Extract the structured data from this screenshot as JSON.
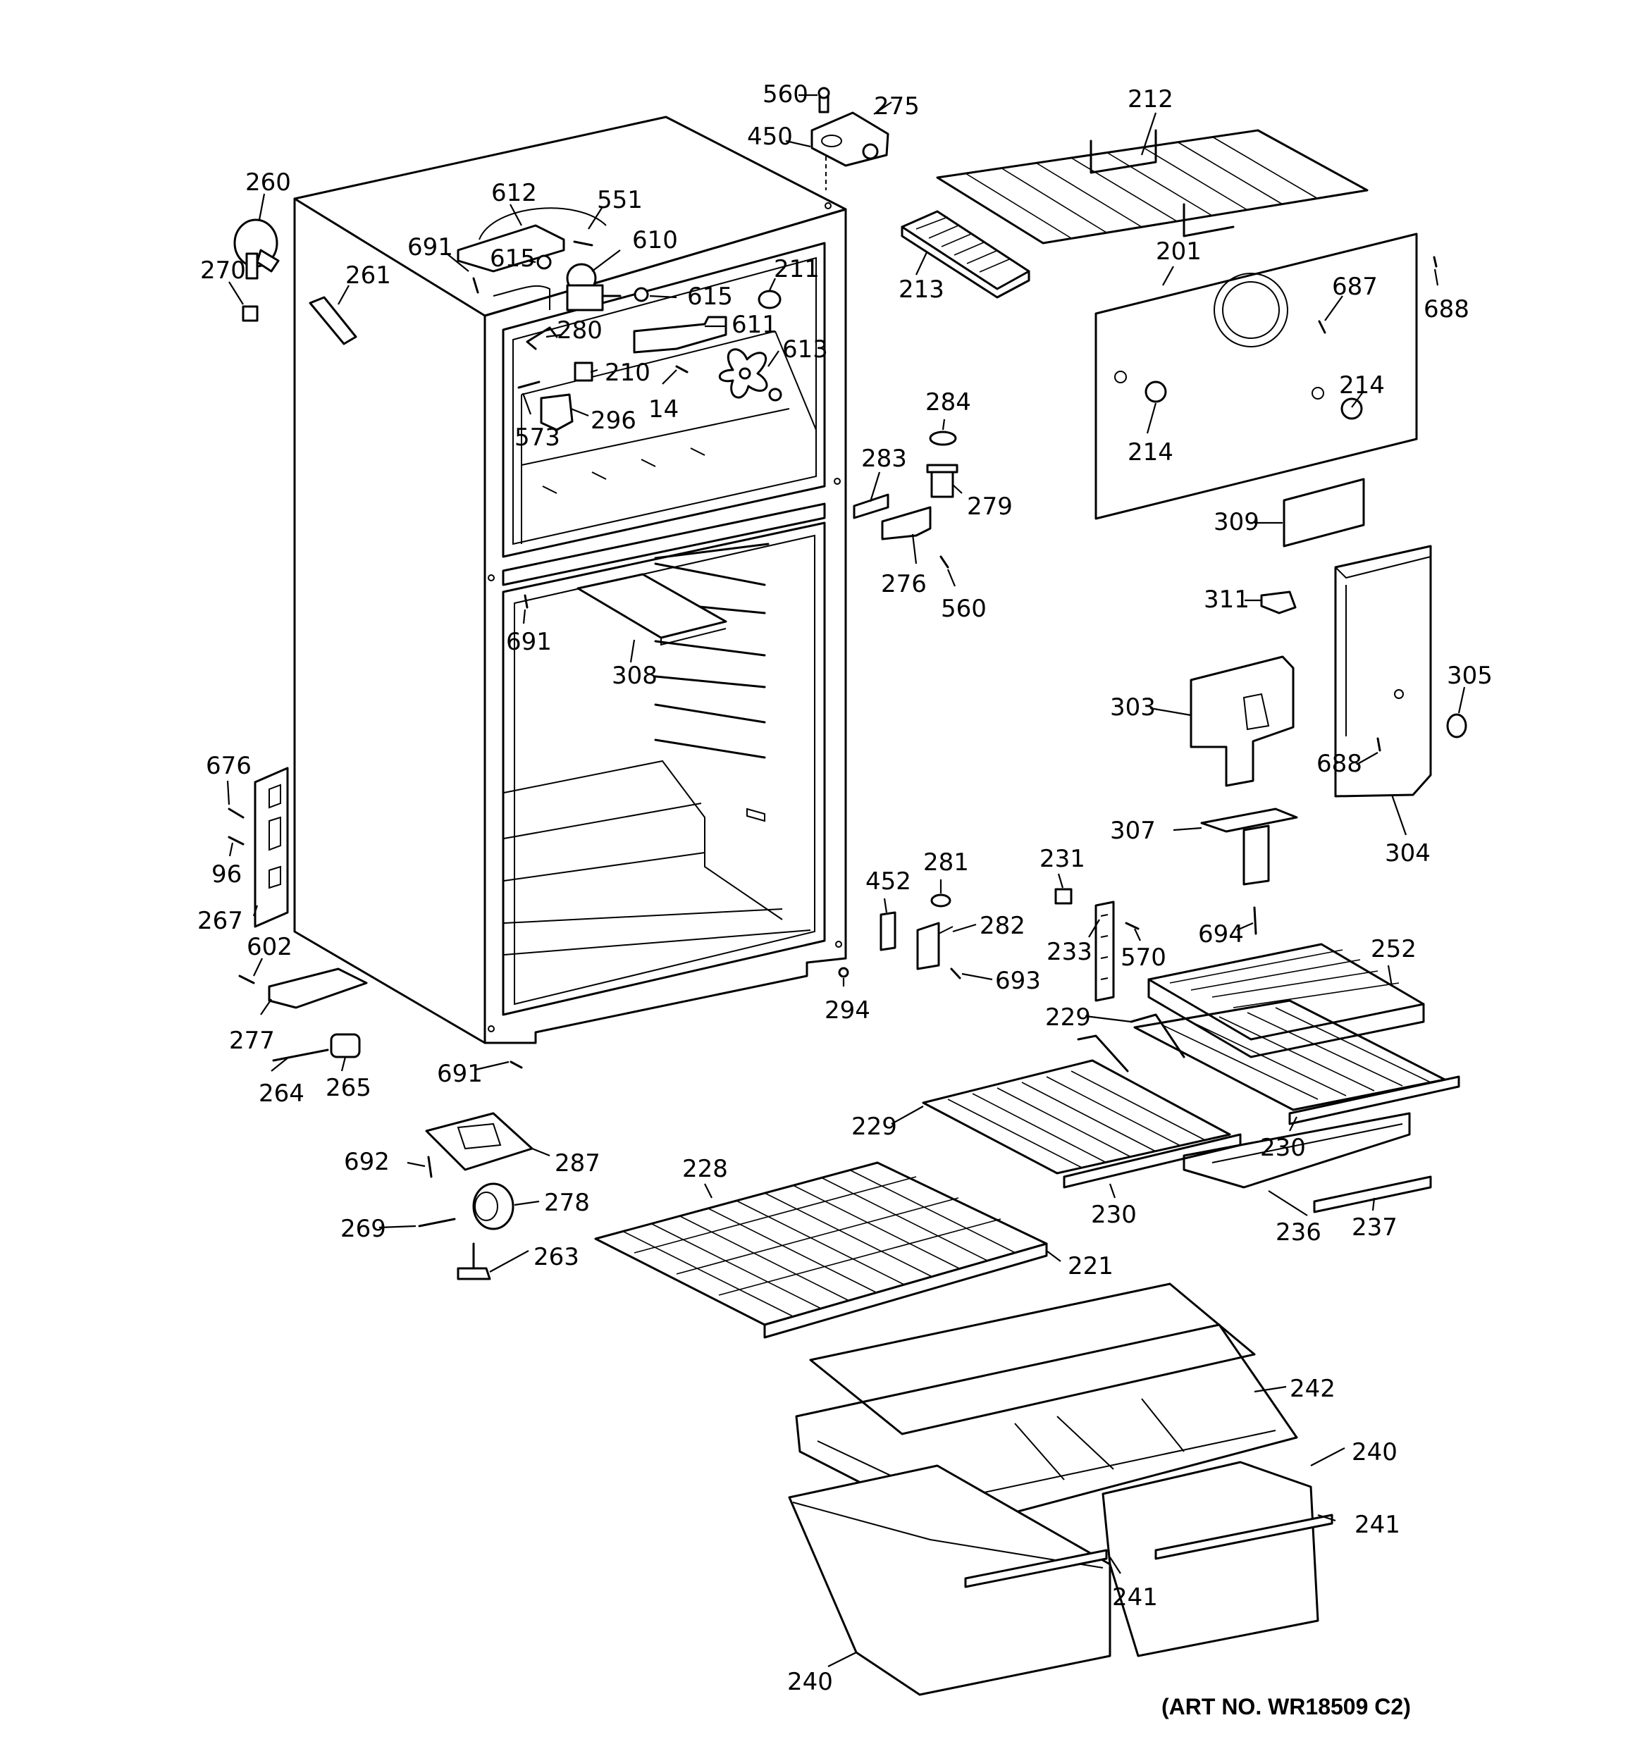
{
  "art_number": "(ART NO. WR18509 C2)",
  "callouts": [
    {
      "id": "c560a",
      "label": "560"
    },
    {
      "id": "c275",
      "label": "275"
    },
    {
      "id": "c450",
      "label": "450"
    },
    {
      "id": "c212",
      "label": "212"
    },
    {
      "id": "c260",
      "label": "260"
    },
    {
      "id": "c612",
      "label": "612"
    },
    {
      "id": "c551",
      "label": "551"
    },
    {
      "id": "c610",
      "label": "610"
    },
    {
      "id": "c691a",
      "label": "691"
    },
    {
      "id": "c615a",
      "label": "615"
    },
    {
      "id": "c270",
      "label": "270"
    },
    {
      "id": "c261",
      "label": "261"
    },
    {
      "id": "c211",
      "label": "211"
    },
    {
      "id": "c615b",
      "label": "615"
    },
    {
      "id": "c611",
      "label": "611"
    },
    {
      "id": "c280",
      "label": "280"
    },
    {
      "id": "c613",
      "label": "613"
    },
    {
      "id": "c210",
      "label": "210"
    },
    {
      "id": "c14",
      "label": "14"
    },
    {
      "id": "c296",
      "label": "296"
    },
    {
      "id": "c573",
      "label": "573"
    },
    {
      "id": "c213",
      "label": "213"
    },
    {
      "id": "c201",
      "label": "201"
    },
    {
      "id": "c687",
      "label": "687"
    },
    {
      "id": "c688a",
      "label": "688"
    },
    {
      "id": "c214a",
      "label": "214"
    },
    {
      "id": "c214b",
      "label": "214"
    },
    {
      "id": "c284",
      "label": "284"
    },
    {
      "id": "c283",
      "label": "283"
    },
    {
      "id": "c279",
      "label": "279"
    },
    {
      "id": "c276",
      "label": "276"
    },
    {
      "id": "c560b",
      "label": "560"
    },
    {
      "id": "c309",
      "label": "309"
    },
    {
      "id": "c311",
      "label": "311"
    },
    {
      "id": "c691b",
      "label": "691"
    },
    {
      "id": "c308",
      "label": "308"
    },
    {
      "id": "c303",
      "label": "303"
    },
    {
      "id": "c305",
      "label": "305"
    },
    {
      "id": "c688b",
      "label": "688"
    },
    {
      "id": "c307",
      "label": "307"
    },
    {
      "id": "c304",
      "label": "304"
    },
    {
      "id": "c676",
      "label": "676"
    },
    {
      "id": "c96",
      "label": "96"
    },
    {
      "id": "c267",
      "label": "267"
    },
    {
      "id": "c602",
      "label": "602"
    },
    {
      "id": "c277",
      "label": "277"
    },
    {
      "id": "c264",
      "label": "264"
    },
    {
      "id": "c265",
      "label": "265"
    },
    {
      "id": "c691c",
      "label": "691"
    },
    {
      "id": "c452",
      "label": "452"
    },
    {
      "id": "c281",
      "label": "281"
    },
    {
      "id": "c282",
      "label": "282"
    },
    {
      "id": "c693",
      "label": "693"
    },
    {
      "id": "c294",
      "label": "294"
    },
    {
      "id": "c231",
      "label": "231"
    },
    {
      "id": "c233",
      "label": "233"
    },
    {
      "id": "c570",
      "label": "570"
    },
    {
      "id": "c694",
      "label": "694"
    },
    {
      "id": "c252",
      "label": "252"
    },
    {
      "id": "c229a",
      "label": "229"
    },
    {
      "id": "c229b",
      "label": "229"
    },
    {
      "id": "c230a",
      "label": "230"
    },
    {
      "id": "c230b",
      "label": "230"
    },
    {
      "id": "c236",
      "label": "236"
    },
    {
      "id": "c237",
      "label": "237"
    },
    {
      "id": "c692",
      "label": "692"
    },
    {
      "id": "c287",
      "label": "287"
    },
    {
      "id": "c269",
      "label": "269"
    },
    {
      "id": "c278",
      "label": "278"
    },
    {
      "id": "c263",
      "label": "263"
    },
    {
      "id": "c228",
      "label": "228"
    },
    {
      "id": "c221",
      "label": "221"
    },
    {
      "id": "c242",
      "label": "242"
    },
    {
      "id": "c240a",
      "label": "240"
    },
    {
      "id": "c241a",
      "label": "241"
    },
    {
      "id": "c241b",
      "label": "241"
    },
    {
      "id": "c240b",
      "label": "240"
    }
  ]
}
